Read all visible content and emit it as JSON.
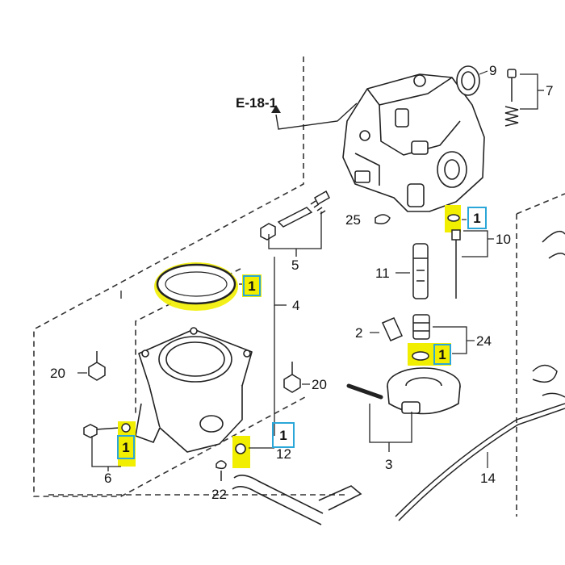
{
  "diagram": {
    "reference": "E-18-1",
    "colors": {
      "highlight": "#f2ee00",
      "box": "#2aa7d8",
      "line": "#222222"
    },
    "part_numbers": {
      "p2": "2",
      "p3": "3",
      "p4": "4",
      "p5": "5",
      "p6": "6",
      "p7": "7",
      "p9": "9",
      "p10": "10",
      "p11": "11",
      "p12": "12",
      "p14": "14",
      "p20a": "20",
      "p20b": "20",
      "p22": "22",
      "p24": "24",
      "p25": "25"
    },
    "quantities": {
      "q_gasket": "1",
      "q_10": "1",
      "q_24": "1",
      "q_12": "1",
      "q_6": "1"
    }
  }
}
